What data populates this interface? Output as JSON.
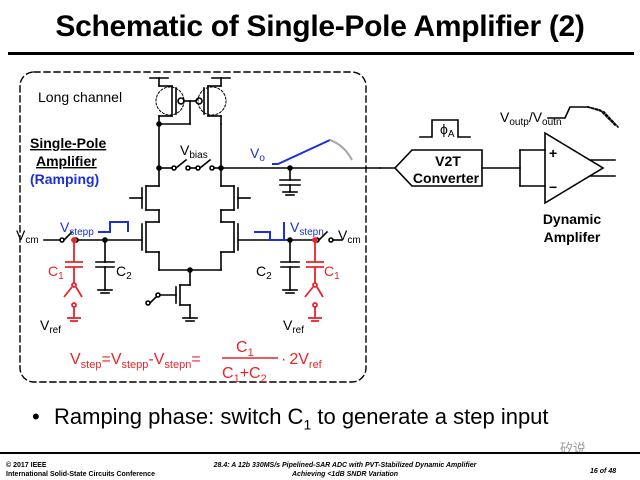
{
  "slide": {
    "title": "Schematic of Single-Pole Amplifier (2)",
    "bullet": "Ramping phase: switch C",
    "bullet_sub": "1",
    "bullet_tail": " to generate a step input"
  },
  "schematic": {
    "long_channel": "Long channel",
    "block_label_1": "Single-Pole",
    "block_label_2": "Amplifier",
    "block_label_3": "(Ramping)",
    "vbias": "V",
    "vbias_sub": "bias",
    "vo": "V",
    "vo_sub": "o",
    "vcm_left": "V",
    "vcm_left_sub": "cm",
    "vcm_right": "V",
    "vcm_right_sub": "cm",
    "vstepp": "V",
    "vstepp_sub": "stepp",
    "vstepn": "V",
    "vstepn_sub": "stepn",
    "c1_left": "C",
    "c1_left_sub": "1",
    "c2_left": "C",
    "c2_left_sub": "2",
    "c2_right": "C",
    "c2_right_sub": "2",
    "c1_right": "C",
    "c1_right_sub": "1",
    "vref_left": "V",
    "vref_left_sub": "ref",
    "vref_right": "V",
    "vref_right_sub": "ref",
    "phi": "ϕ",
    "phi_sub": "A",
    "v2t_line1": "V2T",
    "v2t_line2": "Converter",
    "outp": "V",
    "outp_sub": "outp",
    "outn": "/V",
    "outn_sub": "outn",
    "plus": "+",
    "minus": "−",
    "dyn_line1": "Dynamic",
    "dyn_line2": "Amplifer",
    "eq_vstep": "V",
    "eq_vstep_sub": "step",
    "eq_eq1": "=V",
    "eq_vstepp_sub": "stepp",
    "eq_minus": "-V",
    "eq_vstepn_sub": "stepn",
    "eq_eq2": "=",
    "eq_num": "C",
    "eq_num_sub": "1",
    "eq_den1": "C",
    "eq_den1_sub": "1",
    "eq_den_plus": "+C",
    "eq_den2_sub": "2",
    "eq_dot": "·",
    "eq_2vref": "2V",
    "eq_2vref_sub": "ref"
  },
  "footer": {
    "copyright": "© 2017 IEEE",
    "conference": "International Solid-State Circuits Conference",
    "paper_line1": "28.4: A 12b 330MS/s Pipelined-SAR ADC with PVT-Stabilized Dynamic Amplifier",
    "paper_line2": "Achieving <1dB SNDR Variation",
    "page": "16",
    "of": "of",
    "total": "48"
  },
  "watermark": "矽说",
  "colors": {
    "red": "#e8242a",
    "blue": "#1d2fd6",
    "grey": "#a6a6a6",
    "black": "#000000"
  }
}
